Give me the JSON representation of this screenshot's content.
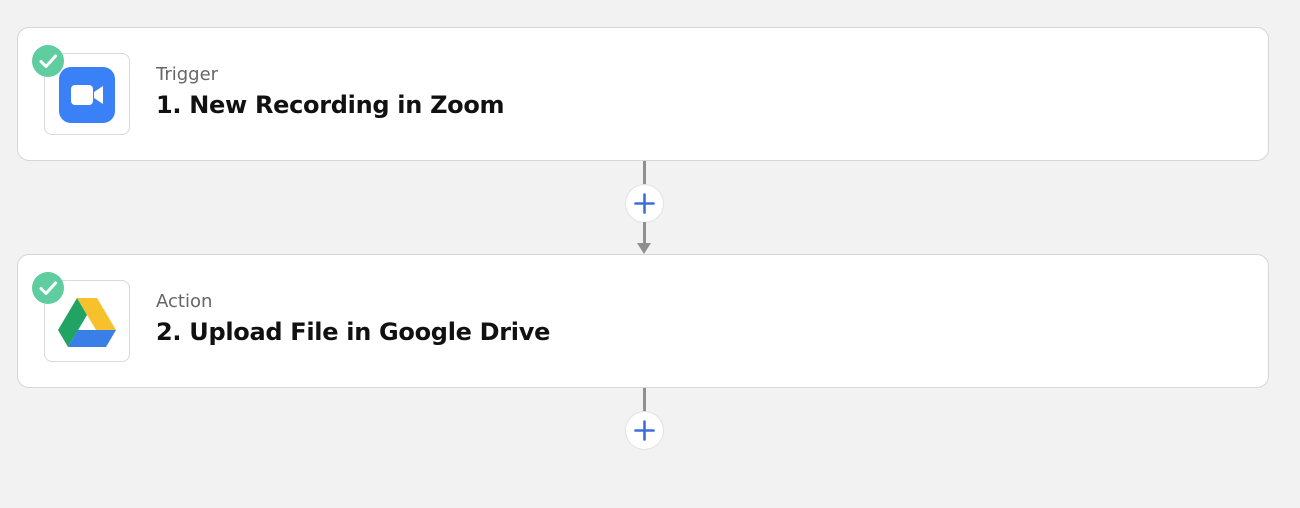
{
  "steps": [
    {
      "type_label": "Trigger",
      "title": "1. New Recording in Zoom",
      "app_icon": "zoom-icon",
      "status": "complete"
    },
    {
      "type_label": "Action",
      "title": "2. Upload File in Google Drive",
      "app_icon": "google-drive-icon",
      "status": "complete"
    }
  ],
  "connectors": {
    "add_icon": "plus-icon",
    "count": 2
  },
  "colors": {
    "background": "#f2f2f2",
    "check_green": "#5fcda0",
    "plus_blue": "#3b6fd8",
    "zoom_blue": "#3a80f6",
    "connector_gray": "#8f8f8f"
  }
}
